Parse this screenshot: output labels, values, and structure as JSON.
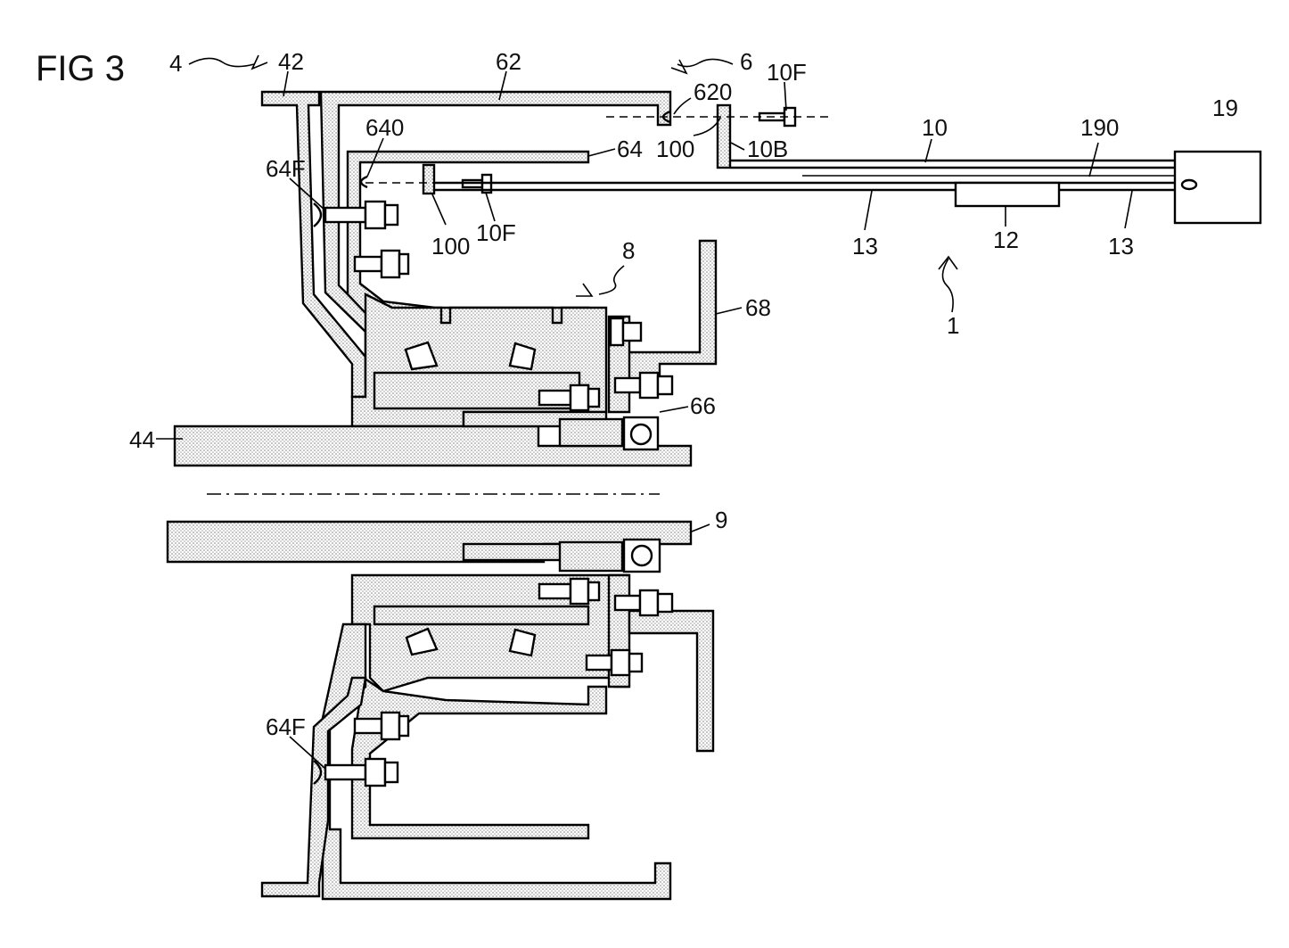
{
  "figure": {
    "title": "FIG 3"
  },
  "labels": {
    "l4": "4",
    "l42": "42",
    "l62": "62",
    "l6": "6",
    "l10F_top": "10F",
    "l620": "620",
    "l640": "640",
    "l64": "64",
    "l100_top": "100",
    "l10B": "10B",
    "l10": "10",
    "l190": "190",
    "l19": "19",
    "l64F_top": "64F",
    "l100_mid": "100",
    "l10F_mid": "10F",
    "l13_left": "13",
    "l12": "12",
    "l13_right": "13",
    "l8": "8",
    "l68": "68",
    "l1": "1",
    "l66": "66",
    "l44": "44",
    "l9": "9",
    "l64F_bottom": "64F"
  },
  "colors": {
    "ink": "#000000",
    "paper": "#ffffff"
  }
}
